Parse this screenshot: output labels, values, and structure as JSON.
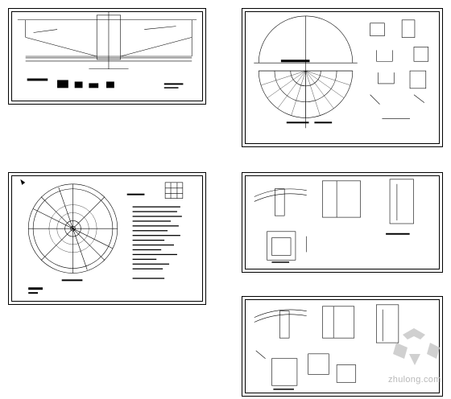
{
  "sheets": [
    {
      "id": "sheet-1",
      "content": "section-elevation"
    },
    {
      "id": "sheet-2",
      "content": "half-plan-and-details"
    },
    {
      "id": "sheet-3",
      "content": "tank-plan-with-notes"
    },
    {
      "id": "sheet-4",
      "content": "detail-sections"
    },
    {
      "id": "sheet-5",
      "content": "detail-sections-2"
    }
  ],
  "watermark": {
    "text": "zhulong.com",
    "color": "#b8b8b8"
  },
  "colors": {
    "line": "#000000",
    "background": "#ffffff",
    "watermark": "#b8b8b8"
  }
}
